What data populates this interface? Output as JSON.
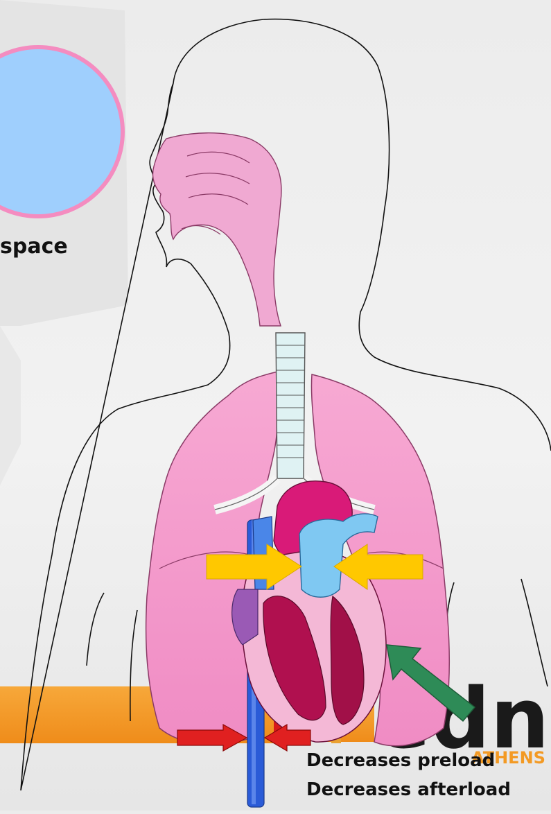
{
  "labels": {
    "space": "space",
    "preload": "Decreases preload",
    "afterload": "Decreases afterload"
  },
  "logo": {
    "word": "edn",
    "city": "ATHENS"
  },
  "colors": {
    "background": "#efefef",
    "circle_fill": "#9fcffd",
    "circle_border": "#f48cc0",
    "airway_lung_pink": "#f5a0cf",
    "heart_magenta": "#d91a78",
    "vessel_blue": "#7fc8f2",
    "vena_cava_blue": "#2a5bd7",
    "compression_arrow_yellow": "#ffc800",
    "ventricle_arrow_green": "#2e8b57",
    "tube_arrow_red": "#e02020",
    "logo_bar_orange": "#f39a24"
  },
  "icons": [
    "torso-outline",
    "airway",
    "lungs",
    "heart",
    "compression-arrow",
    "green-arrow",
    "red-arrow"
  ]
}
